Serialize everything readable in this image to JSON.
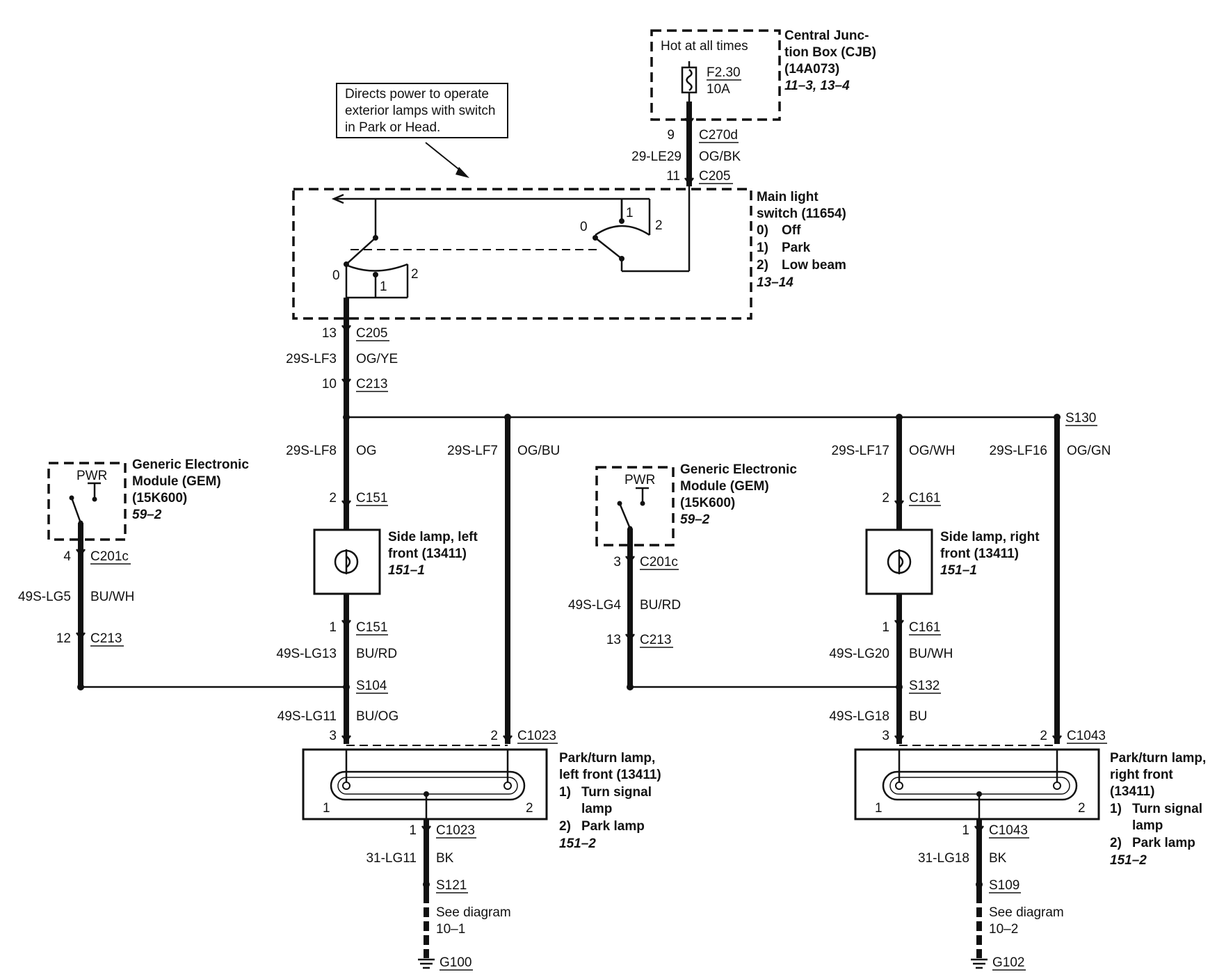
{
  "cjb": {
    "hot": "Hot at all times",
    "fuse": "F2.30",
    "amps": "10A",
    "title1": "Central Junc-",
    "title2": "tion Box (CJB)",
    "part": "(14A073)",
    "ref": "11–3, 13–4"
  },
  "callout": {
    "line1": "Directs power to operate",
    "line2": "exterior lamps with switch",
    "line3": "in Park or Head."
  },
  "feed": {
    "pin_top": "9",
    "conn_top": "C270d",
    "circuit": "29-LE29",
    "color": "OG/BK",
    "pin_bottom": "11",
    "conn_bottom": "C205"
  },
  "switch": {
    "title1": "Main light",
    "title2": "switch (11654)",
    "pos0": "0)",
    "pos0_label": "Off",
    "pos1": "1)",
    "pos1_label": "Park",
    "pos2": "2)",
    "pos2_label": "Low beam",
    "ref": "13–14",
    "left_p0": "0",
    "left_p1": "1",
    "left_p2": "2",
    "right_p0": "0",
    "right_p1": "1",
    "right_p2": "2"
  },
  "output": {
    "pin_top": "13",
    "conn_top": "C205",
    "circuit": "29S-LF3",
    "color": "OG/YE",
    "pin_bottom": "10",
    "conn_bottom": "C213",
    "splice": "S130"
  },
  "gem_left": {
    "pwr": "PWR",
    "title1": "Generic Electronic",
    "title2": "Module (GEM)",
    "part": "(15K600)",
    "ref": "59–2",
    "pin_top": "4",
    "conn_top": "C201c",
    "circuit": "49S-LG5",
    "color": "BU/WH",
    "pin_bottom": "12",
    "conn_bottom": "C213"
  },
  "gem_right": {
    "pwr": "PWR",
    "title1": "Generic Electronic",
    "title2": "Module (GEM)",
    "part": "(15K600)",
    "ref": "59–2",
    "pin_top": "3",
    "conn_top": "C201c",
    "circuit": "49S-LG4",
    "color": "BU/RD",
    "pin_bottom": "13",
    "conn_bottom": "C213"
  },
  "left_side": {
    "circuit_a": "29S-LF8",
    "color_a": "OG",
    "circuit_b": "29S-LF7",
    "color_b": "OG/BU",
    "lamp_pin_top": "2",
    "lamp_conn_top": "C151",
    "lamp_title1": "Side lamp, left",
    "lamp_title2": "front (13411)",
    "lamp_ref": "151–1",
    "lamp_pin_bottom": "1",
    "lamp_conn_bottom": "C151",
    "circuit_c": "49S-LG13",
    "color_c": "BU/RD",
    "splice": "S104",
    "circuit_d": "49S-LG11",
    "color_d": "BU/OG",
    "pt_pin_a": "3",
    "pt_pin_b": "2",
    "pt_conn": "C1023",
    "pt_title1": "Park/turn lamp,",
    "pt_title2": "left front (13411)",
    "pt_item1_num": "1)",
    "pt_item1a": "Turn signal",
    "pt_item1b": "lamp",
    "pt_item2_num": "2)",
    "pt_item2": "Park lamp",
    "pt_ref": "151–2",
    "bulb1": "1",
    "bulb2": "2",
    "gnd_pin": "1",
    "gnd_conn": "C1023",
    "gnd_circuit": "31-LG11",
    "gnd_color": "BK",
    "gnd_splice": "S121",
    "see1": "See diagram",
    "see2": "10–1",
    "ground": "G100"
  },
  "right_side": {
    "circuit_a": "29S-LF17",
    "color_a": "OG/WH",
    "circuit_b": "29S-LF16",
    "color_b": "OG/GN",
    "lamp_pin_top": "2",
    "lamp_conn_top": "C161",
    "lamp_title1": "Side lamp, right",
    "lamp_title2": "front (13411)",
    "lamp_ref": "151–1",
    "lamp_pin_bottom": "1",
    "lamp_conn_bottom": "C161",
    "circuit_c": "49S-LG20",
    "color_c": "BU/WH",
    "splice": "S132",
    "circuit_d": "49S-LG18",
    "color_d": "BU",
    "pt_pin_a": "3",
    "pt_pin_b": "2",
    "pt_conn": "C1043",
    "pt_title1": "Park/turn lamp,",
    "pt_title2": "right front",
    "pt_title3": "(13411)",
    "pt_item1_num": "1)",
    "pt_item1a": "Turn signal",
    "pt_item1b": "lamp",
    "pt_item2_num": "2)",
    "pt_item2": "Park lamp",
    "pt_ref": "151–2",
    "bulb1": "1",
    "bulb2": "2",
    "gnd_pin": "1",
    "gnd_conn": "C1043",
    "gnd_circuit": "31-LG18",
    "gnd_color": "BK",
    "gnd_splice": "S109",
    "see1": "See diagram",
    "see2": "10–2",
    "ground": "G102"
  }
}
